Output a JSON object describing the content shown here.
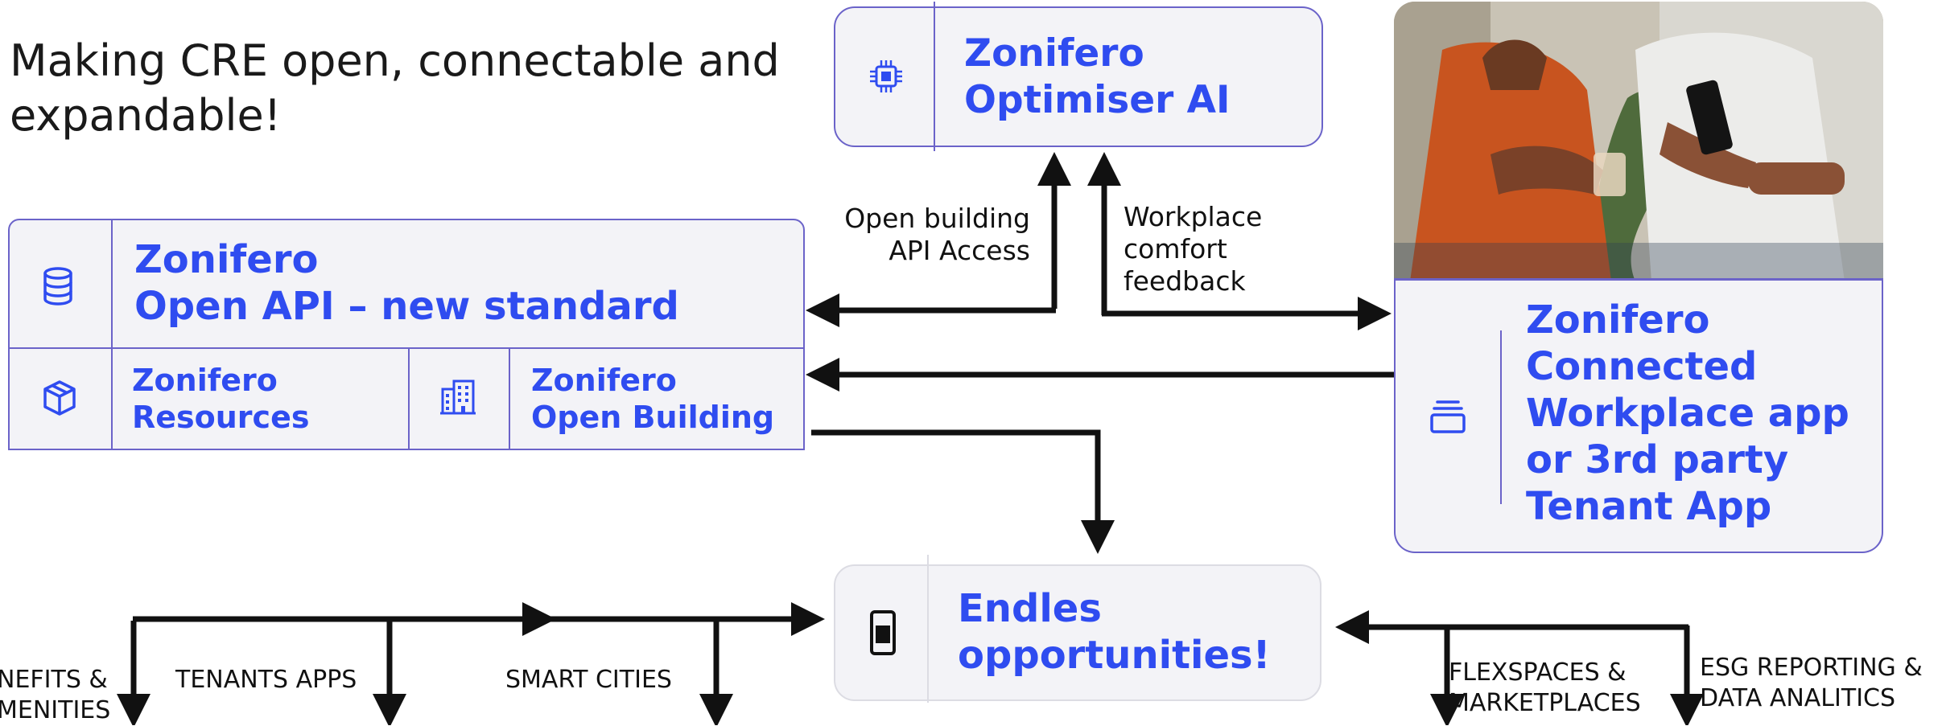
{
  "headline": [
    "Making CRE open, connectable and",
    "expandable!"
  ],
  "optimiser": {
    "line1": "Zonifero",
    "line2": "Optimiser AI",
    "icon": "chip-icon"
  },
  "open_api": {
    "line1": "Zonifero",
    "line2": "Open API – new standard",
    "icon": "database-icon"
  },
  "resources": {
    "line1": "Zonifero",
    "line2": "Resources",
    "icon": "cube-icon"
  },
  "open_building": {
    "line1": "Zonifero",
    "line2": "Open Building",
    "icon": "building-icon"
  },
  "workplace_app": {
    "lines": [
      "Zonifero",
      "Connected",
      "Workplace app",
      "or 3rd party",
      "Tenant App"
    ],
    "icon": "layers-icon"
  },
  "opportunities": {
    "line1": "Endles",
    "line2": "opportunities!",
    "icon": "mobile-phone-icon"
  },
  "labels": {
    "api_access": [
      "Open building",
      "API Access"
    ],
    "comfort": [
      "Workplace",
      "comfort",
      "feedback"
    ],
    "benefits": [
      "NEFITS &",
      "MENITIES"
    ],
    "tenants_apps": "TENANTS APPS",
    "smart_cities": "SMART CITIES",
    "flexspaces": [
      "FLEXSPACES &",
      "MARKETPLACES"
    ],
    "esg": [
      "ESG REPORTING &",
      "DATA ANALITICS"
    ]
  },
  "colors": {
    "accent": "#2f4cf0",
    "border": "#6b63c9",
    "box_fill": "#f3f3f7"
  }
}
